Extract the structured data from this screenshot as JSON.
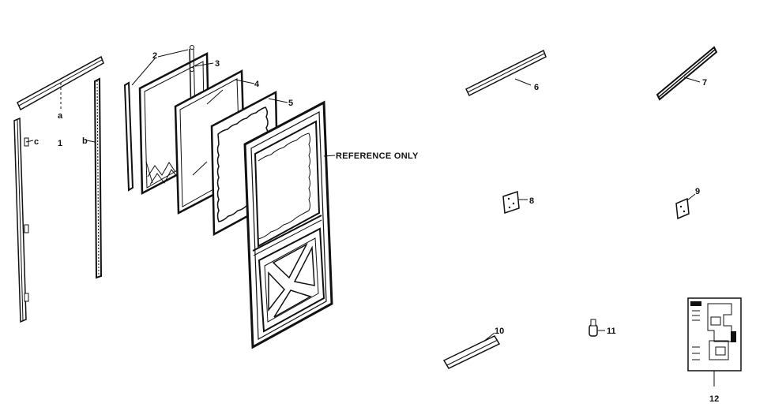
{
  "labels": {
    "p1": "1",
    "p2": "2",
    "p3": "3",
    "p4": "4",
    "p5": "5",
    "p6": "6",
    "p7": "7",
    "p8": "8",
    "p9": "9",
    "p10": "10",
    "p11": "11",
    "p12": "12",
    "a": "a",
    "b": "b",
    "c": "c",
    "reference": "REFERENCE ONLY"
  }
}
